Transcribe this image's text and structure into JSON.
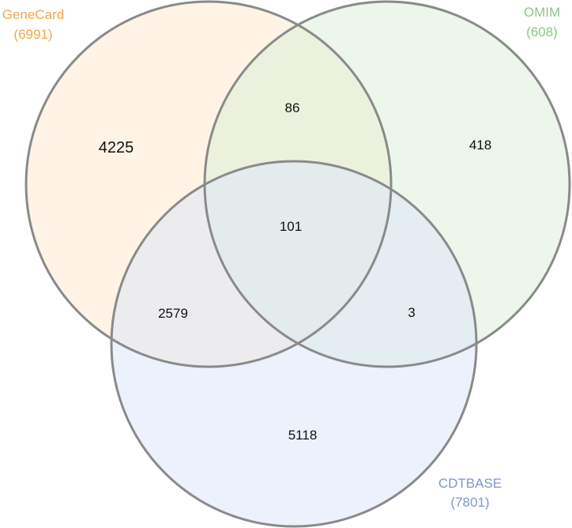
{
  "sets": [
    {
      "id": "genecard",
      "name": "GeneCard",
      "total": "(6991)",
      "label_color": "#f0a64a",
      "fill_color": "#fde9cf"
    },
    {
      "id": "omim",
      "name": "OMIM",
      "total": "(608)",
      "label_color": "#8dc58a",
      "fill_color": "#ddefd9"
    },
    {
      "id": "cdtbase",
      "name": "CDTBASE",
      "total": "(7801)",
      "label_color": "#7f97cf",
      "fill_color": "#dde5f8"
    }
  ],
  "outline_color": "#8a8a8a",
  "regions": {
    "genecard_only": "4225",
    "omim_only": "418",
    "cdtbase_only": "5118",
    "genecard_omim": "86",
    "genecard_cdtbase": "2579",
    "omim_cdtbase": "3",
    "all_three": "101"
  }
}
